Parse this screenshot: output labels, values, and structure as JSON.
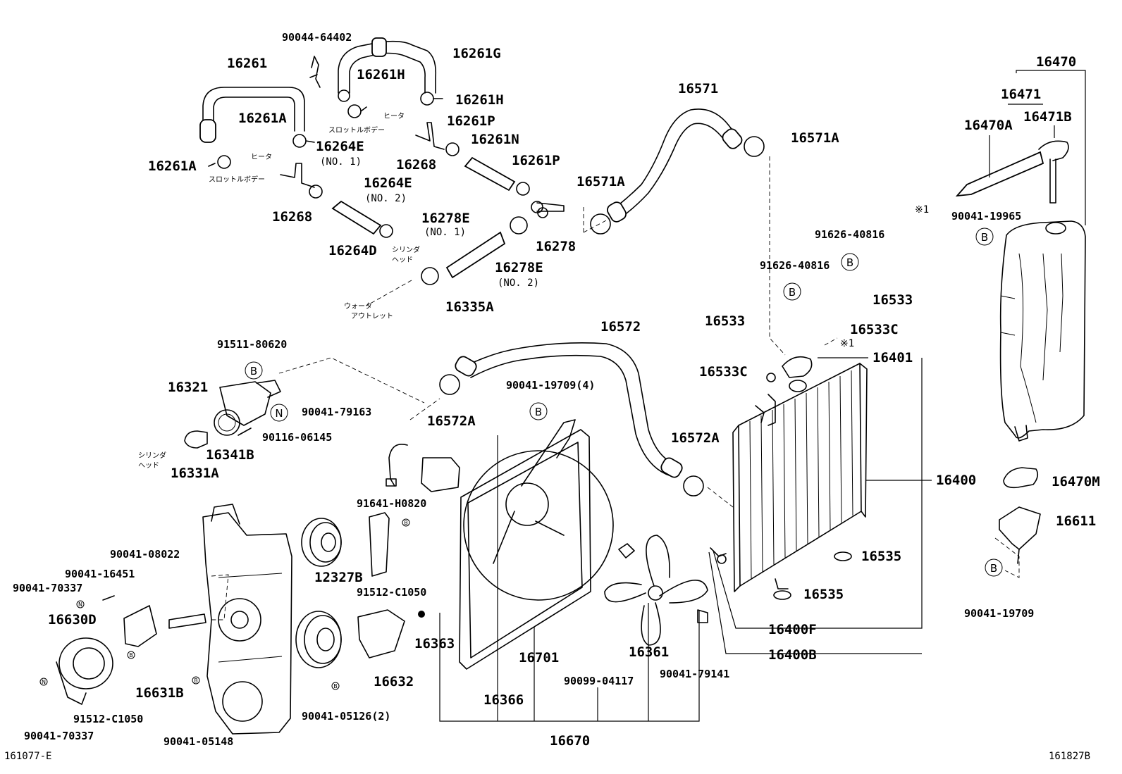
{
  "labels": {
    "p90044_64402": "90044-64402",
    "p16261": "16261",
    "p16261G": "16261G",
    "p16261H_a": "16261H",
    "p16261H_b": "16261H",
    "p16261A_a": "16261A",
    "p16261A_b": "16261A",
    "p16264E_a": "16264E",
    "p16264E_a_no": "(NO. 1)",
    "p16264E_b": "16264E",
    "p16264E_b_no": "(NO. 2)",
    "p16261P_a": "16261P",
    "p16261P_b": "16261P",
    "p16261N": "16261N",
    "p16268_a": "16268",
    "p16268_b": "16268",
    "p16264D": "16264D",
    "p16278E_a": "16278E",
    "p16278E_a_no": "(NO. 1)",
    "p16278E_b": "16278E",
    "p16278E_b_no": "(NO. 2)",
    "p16278": "16278",
    "p16335A": "16335A",
    "p16571": "16571",
    "p16571A_a": "16571A",
    "p16571A_b": "16571A",
    "p16470": "16470",
    "p16471": "16471",
    "p16470A": "16470A",
    "p16471B": "16471B",
    "p90041_19965": "90041-19965",
    "p91626_40816_a": "91626-40816",
    "p91626_40816_b": "91626-40816",
    "p16533_a": "16533",
    "p16533_b": "16533",
    "p16533C_a": "16533C",
    "p16533C_b": "16533C",
    "p16401": "16401",
    "p16572": "16572",
    "p16572A_a": "16572A",
    "p16572A_b": "16572A",
    "p90041_19709_4": "90041-19709(4)",
    "p91511_80620": "91511-80620",
    "p16321": "16321",
    "p90041_79163": "90041-79163",
    "p90116_06145": "90116-06145",
    "p16341B": "16341B",
    "p16331A": "16331A",
    "p16400": "16400",
    "p16470M": "16470M",
    "p16611": "16611",
    "p16535_a": "16535",
    "p16535_b": "16535",
    "p91641_H0820": "91641-H0820",
    "p12327B": "12327B",
    "p91512_C1050_a": "91512-C1050",
    "p90041_08022": "90041-08022",
    "p90041_16451": "90041-16451",
    "p90041_70337_a": "90041-70337",
    "p16630D": "16630D",
    "p16631B": "16631B",
    "p16632": "16632",
    "p16363": "16363",
    "p16701": "16701",
    "p16361": "16361",
    "p16400F": "16400F",
    "p16400B": "16400B",
    "p90041_19709": "90041-19709",
    "p90099_04117": "90099-04117",
    "p90041_79141": "90041-79141",
    "p16366": "16366",
    "p90041_05126_2": "90041-05126(2)",
    "p91512_C1050_b": "91512-C1050",
    "p90041_05148": "90041-05148",
    "p90041_70337_b": "90041-70337",
    "p16670": "16670",
    "ref_left": "161077-E",
    "ref_right": "161827B",
    "x1_a": "※1",
    "x1_b": "※1"
  },
  "notes": {
    "heater_1": "ヒータ",
    "heater_2": "ヒータ",
    "throttle_1": "スロットルボデー",
    "throttle_2": "スロットルボデー",
    "cyl_head_1a": "シリンダ",
    "cyl_head_1b": "ヘッド",
    "cyl_head_2a": "シリンダ",
    "cyl_head_2b": "ヘッド",
    "water_outlet_a": "ウォータ",
    "water_outlet_b": "アウトレット"
  },
  "markers": {
    "B": "B",
    "N": "N"
  }
}
